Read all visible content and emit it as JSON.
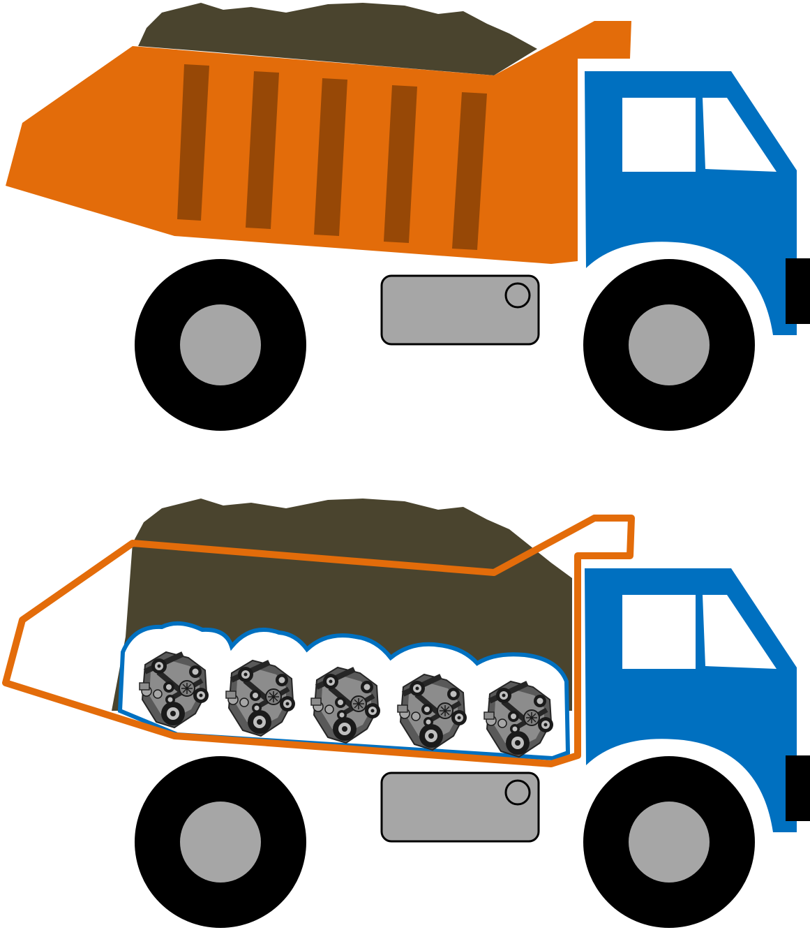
{
  "colors": {
    "dump_body": "#E36C0A",
    "dump_ribs": "#974806",
    "cab": "#0070C0",
    "window": "#FFFFFF",
    "load": "#4A442E",
    "tire": "#000000",
    "hub": "#A6A6A6",
    "fuel_tank": "#A6A6A6",
    "engine_dark": "#404040",
    "engine_mid": "#7F7F7F",
    "engine_light": "#BFBFBF"
  },
  "trucks": [
    {
      "variant": "solid-bed",
      "engine_count": 0
    },
    {
      "variant": "cutaway-bed",
      "engine_count": 5
    }
  ]
}
